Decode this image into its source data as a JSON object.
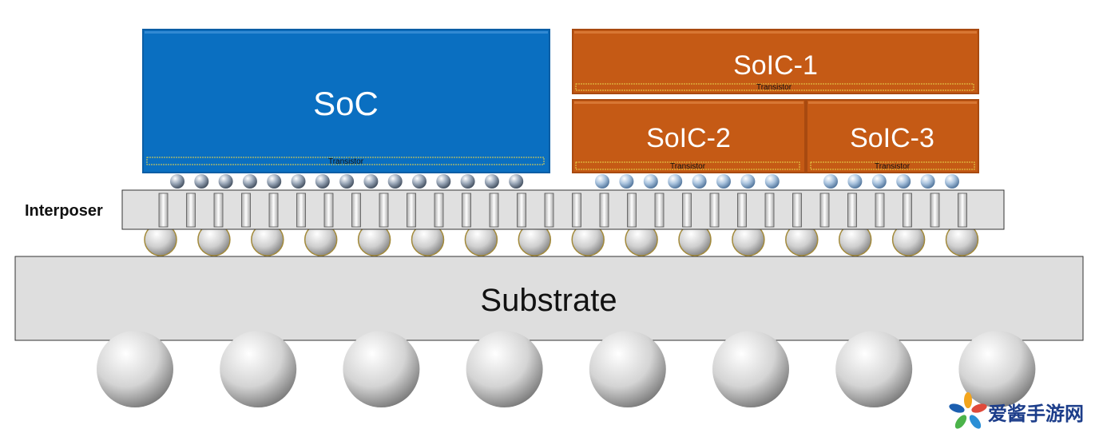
{
  "labels": {
    "soc": "SoC",
    "soic1": "SoIC-1",
    "soic2": "SoIC-2",
    "soic3": "SoIC-3",
    "transistor": "Transistor",
    "interposer": "Interposer",
    "substrate": "Substrate"
  },
  "watermark": {
    "text": "爱酱手游网",
    "icon": "flower-logo-icon"
  },
  "colors": {
    "soc_blue": "#0a6fc1",
    "soic_orange": "#c55a15",
    "interposer_gray": "#e0e0e0",
    "substrate_gray": "#dedede",
    "transistor_outline": "#e8d44a"
  }
}
